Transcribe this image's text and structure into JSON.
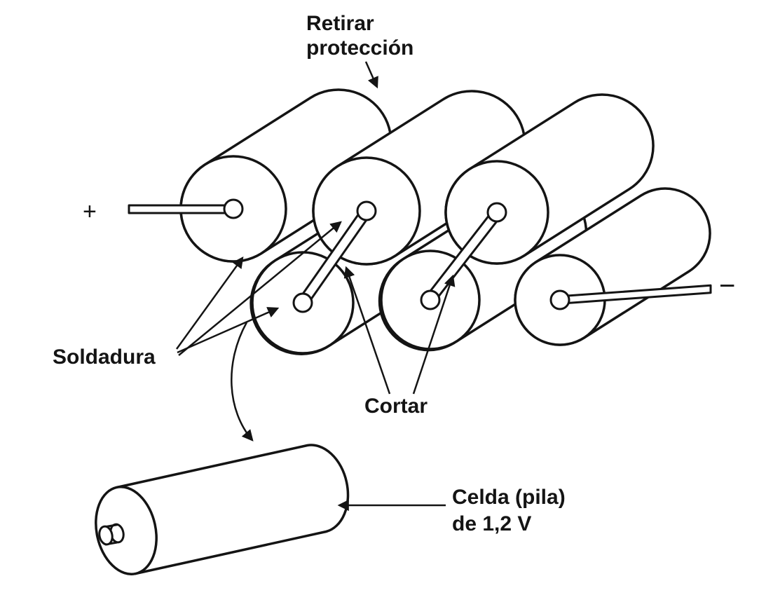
{
  "diagram": {
    "description_type": "battery-pack-assembly-diagram",
    "labels": {
      "remove_protection": {
        "line1": "Retirar",
        "line2": "protección"
      },
      "solder": "Soldadura",
      "cut": "Cortar",
      "cell": {
        "line1": "Celda (pila)",
        "line2": "de 1,2 V"
      },
      "positive": "+",
      "negative": "−"
    },
    "colors": {
      "ink": "#141414",
      "background": "#ffffff"
    },
    "cells_in_pack": 6,
    "cell_voltage_label": "1,2 V"
  }
}
